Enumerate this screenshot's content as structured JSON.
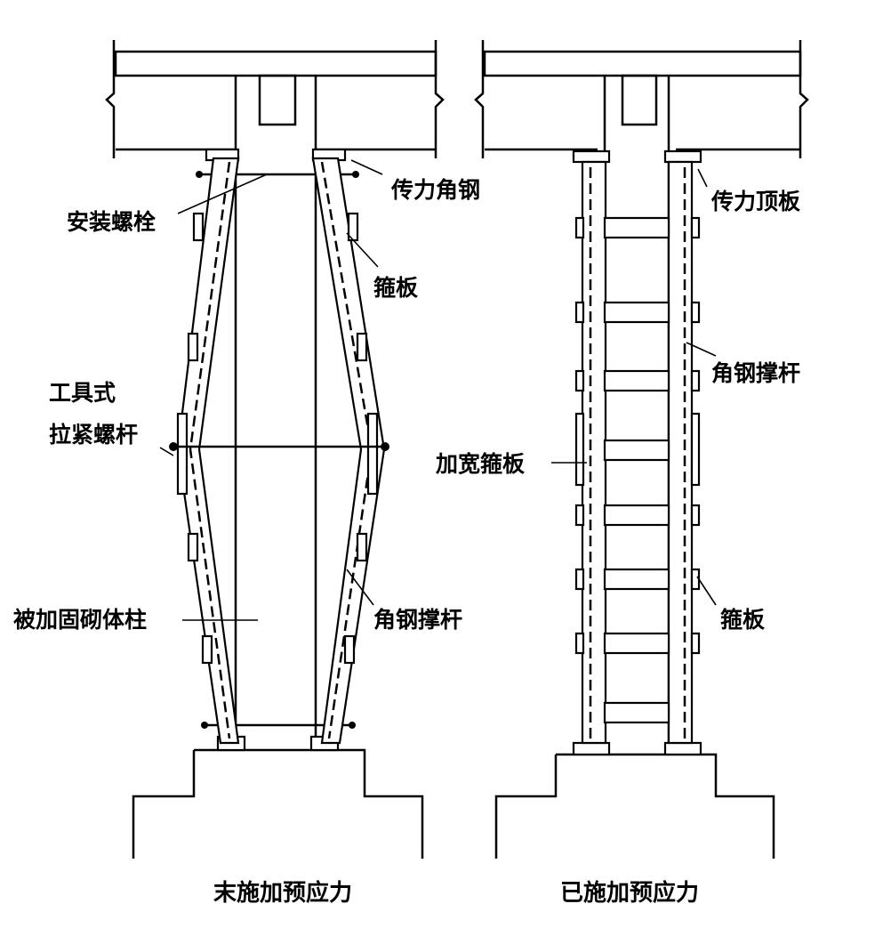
{
  "left_panel": {
    "caption": "末施加预应力",
    "labels": {
      "transfer_angle": "传力角钢",
      "install_bolt": "安装螺栓",
      "batten_plate": "箍板",
      "tool_type_line1": "工具式",
      "tool_type_line2": "拉紧螺杆",
      "reinforced_column": "被加固砌体柱",
      "angle_strut": "角钢撑杆"
    }
  },
  "right_panel": {
    "caption": "已施加预应力",
    "labels": {
      "transfer_top_plate": "传力顶板",
      "angle_strut": "角钢撑杆",
      "widened_batten": "加宽箍板",
      "batten_plate": "箍板"
    }
  }
}
